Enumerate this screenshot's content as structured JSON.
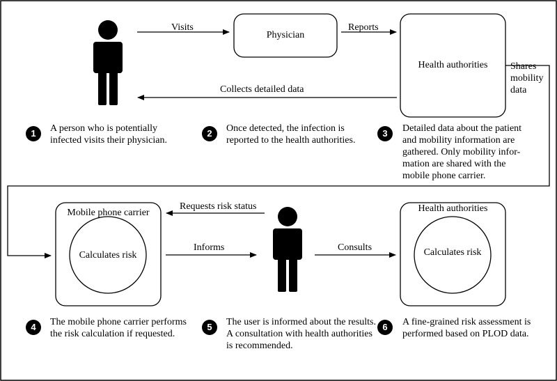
{
  "nodes": {
    "physician": "Physician",
    "health_authorities_top": "Health authorities",
    "mobile_phone_carrier": "Mobile phone carrier",
    "calculates_risk_left": "Calculates risk",
    "health_authorities_bottom": "Health authorities",
    "calculates_risk_right": "Calculates risk"
  },
  "edges": {
    "visits": "Visits",
    "reports": "Reports",
    "collects": "Collects detailed data",
    "shares_line1": "Shares",
    "shares_line2": "mobility",
    "shares_line3": "data",
    "requests": "Requests risk status",
    "informs": "Informs",
    "consults": "Consults"
  },
  "steps": [
    {
      "num": "1",
      "text": "A person who is potentially infected visits their physician."
    },
    {
      "num": "2",
      "text": "Once detected, the infection is reported to the health authorities."
    },
    {
      "num": "3",
      "text": "Detailed data about the patient and mobility information are gathered. Only mobility infor-mation are shared with the mobile phone carrier."
    },
    {
      "num": "4",
      "text": "The mobile phone carrier performs the risk calculation if requested."
    },
    {
      "num": "5",
      "text": "The user is informed about the results. A consultation with health authorities is recommended."
    },
    {
      "num": "6",
      "text": "A fine-grained risk assessment is performed based on PLOD data."
    }
  ]
}
